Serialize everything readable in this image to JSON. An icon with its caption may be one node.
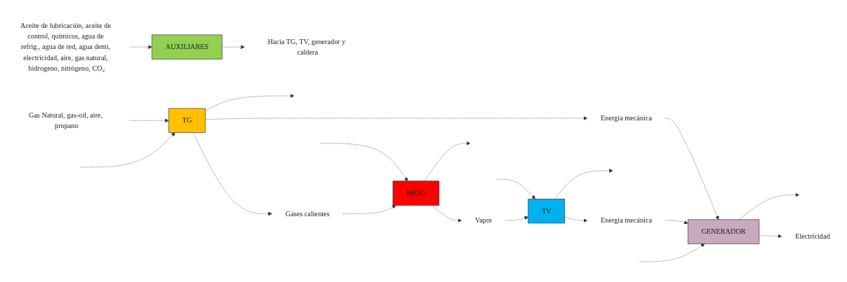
{
  "diagram": {
    "nodes": [
      {
        "text": [
          "Gas Natural, gas-oil, aire, propano"
        ]
      },
      {
        "text": [
          "TG"
        ]
      },
      {
        "text": [
          "Energía mecánica"
        ]
      },
      {
        "text": [
          "Gases calientes"
        ]
      },
      {
        "text": [
          "HRSG"
        ]
      },
      {
        "text": [
          "Vapor"
        ]
      },
      {
        "text": [
          "TV"
        ]
      },
      {
        "text": [
          "Energía mecánica"
        ]
      },
      {
        "text": [
          "GENERADOR"
        ]
      },
      {
        "text": [
          "Electricidad"
        ]
      },
      {
        "text": [
          "Aceite de lubricación, aceite de control, químicos, agua de refrig., agua de red, agua demi, electricidad, aire, gas natural, hidrogeno, nitrógeno, CO₂"
        ]
      },
      {
        "text": [
          "AUXILIARES"
        ]
      },
      {
        "text": [
          "Hacia TG, TV, generador y caldera"
        ]
      }
    ],
    "edges": [
      {
        "from": 0,
        "to": 1,
        "arrow": "to",
        "style": "dashed"
      },
      {
        "from": null,
        "to": 1,
        "arrow": "to",
        "style": "dashed"
      },
      {
        "from": 1,
        "to": null,
        "arrow": "to",
        "style": "dashed"
      },
      {
        "from": 1,
        "to": 2,
        "arrow": "to",
        "style": "dashed"
      },
      {
        "from": 1,
        "to": 3,
        "arrow": "to",
        "style": "dashed"
      },
      {
        "from": 3,
        "to": 4,
        "arrow": "to",
        "style": "dashed"
      },
      {
        "from": null,
        "to": 4,
        "arrow": "to",
        "style": "dashed"
      },
      {
        "from": 4,
        "to": null,
        "arrow": "to",
        "style": "dashed"
      },
      {
        "from": 4,
        "to": 5,
        "arrow": "to",
        "style": "dashed"
      },
      {
        "from": 5,
        "to": 6,
        "arrow": "to",
        "style": "dashed"
      },
      {
        "from": null,
        "to": 6,
        "arrow": "to",
        "style": "dashed"
      },
      {
        "from": 6,
        "to": null,
        "arrow": "to",
        "style": "dashed"
      },
      {
        "from": 6,
        "to": 7,
        "arrow": "to",
        "style": "dashed"
      },
      {
        "from": 2,
        "to": 8,
        "arrow": "to",
        "style": "dashed"
      },
      {
        "from": 7,
        "to": 8,
        "arrow": "to",
        "style": "dashed"
      },
      {
        "from": null,
        "to": 8,
        "arrow": "to",
        "style": "dashed"
      },
      {
        "from": 8,
        "to": null,
        "arrow": "to",
        "style": "dashed"
      },
      {
        "from": 8,
        "to": 9,
        "arrow": "to",
        "style": "dashed"
      },
      {
        "from": 10,
        "to": 11,
        "arrow": "to",
        "style": "dashed"
      },
      {
        "from": 11,
        "to": 12,
        "arrow": "to",
        "style": "dashed"
      }
    ]
  }
}
